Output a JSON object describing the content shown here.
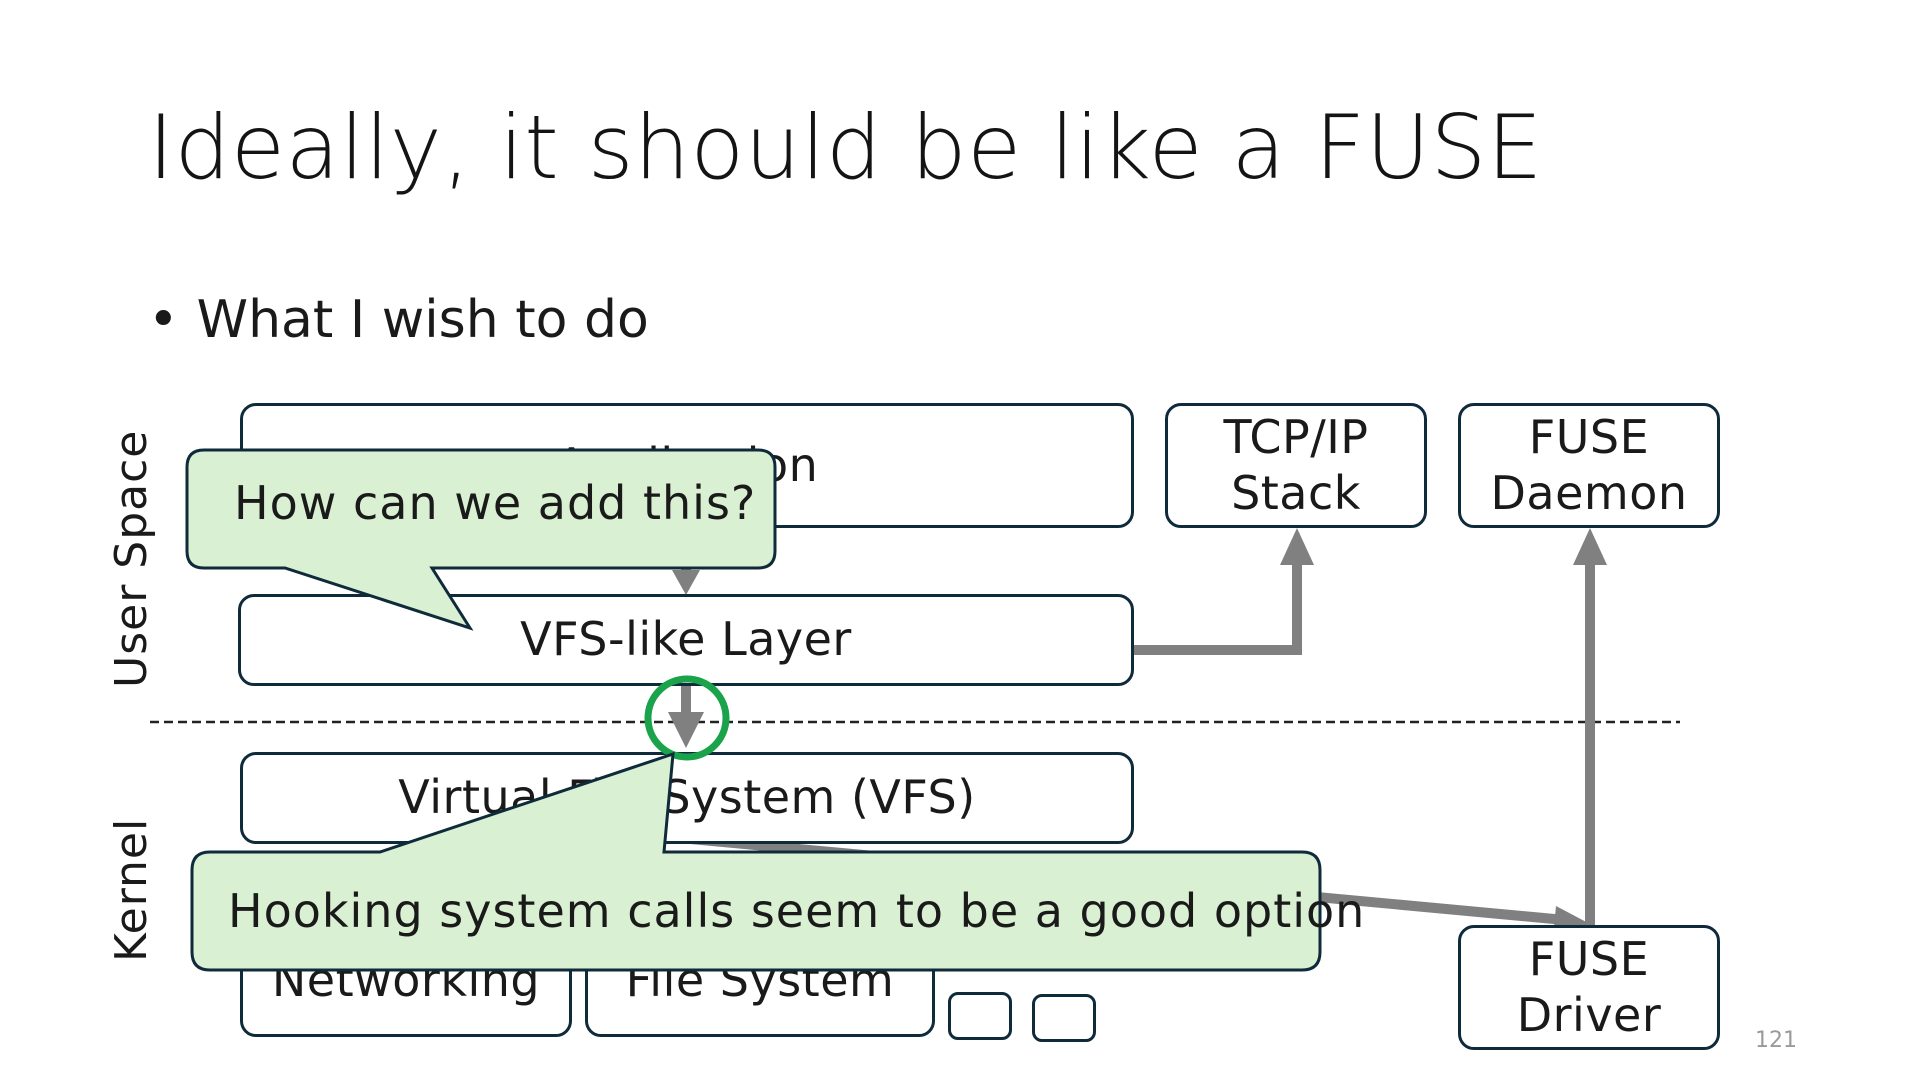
{
  "slide": {
    "title": "Ideally, it should be like a FUSE",
    "bullet_marker": "•",
    "bullet": "What I wish to do",
    "page_number": "121"
  },
  "diagram": {
    "regions": {
      "user_space": "User Space",
      "kernel": "Kernel"
    },
    "boxes": {
      "application": "Application",
      "vfs_like_layer": "VFS-like Layer",
      "tcp_ip_stack_line1": "TCP/IP",
      "tcp_ip_stack_line2": "Stack",
      "fuse_daemon_line1": "FUSE",
      "fuse_daemon_line2": "Daemon",
      "virtual_file_system": "Virtual File System (VFS)",
      "networking": "Networking",
      "file_system": "File System",
      "fuse_driver_line1": "FUSE",
      "fuse_driver_line2": "Driver"
    },
    "callouts": {
      "top": "How can we add this?",
      "bottom": "Hooking system calls seem to be a good option"
    },
    "colors": {
      "box_border": "#0f2a3a",
      "arrow": "#808080",
      "callout_fill": "#d9f0d2",
      "highlight_circle": "#1aa34a"
    }
  }
}
